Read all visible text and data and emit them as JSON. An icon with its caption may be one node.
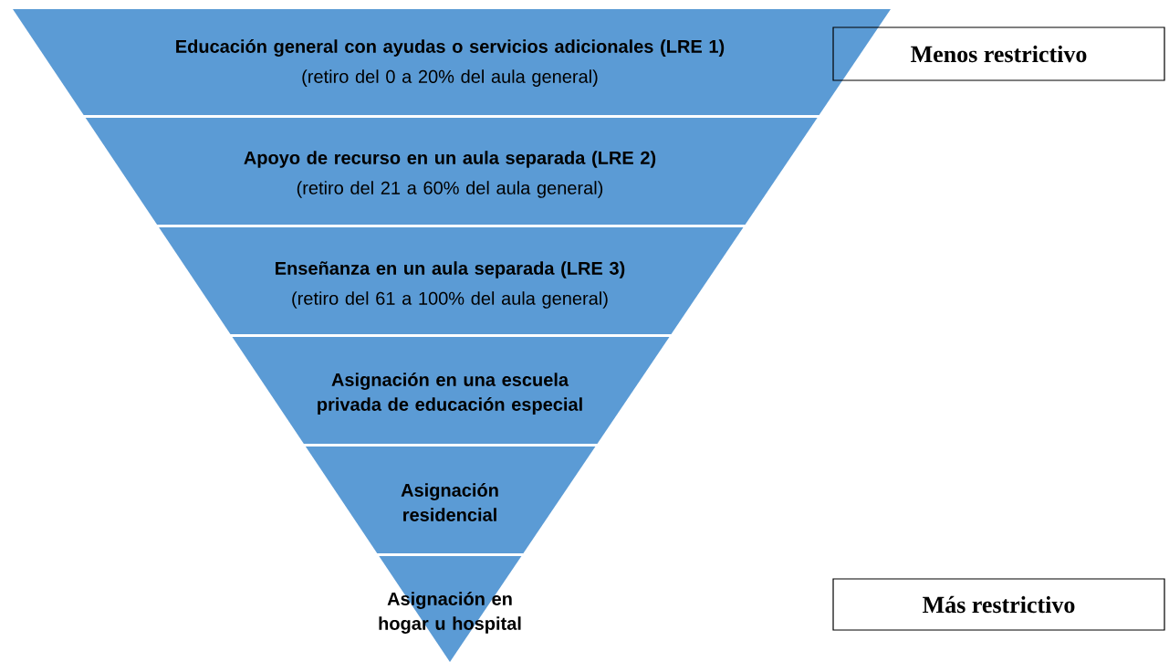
{
  "diagram": {
    "nodes": [
      {
        "text": [
          "Educación general con ayudas o servicios adicionales (LRE 1)",
          "(retiro del 0 a 20% del aula general)"
        ]
      },
      {
        "text": [
          "Apoyo de recurso en un aula separada (LRE 2)",
          "(retiro del 21 a 60% del aula general)"
        ]
      },
      {
        "text": [
          "Enseñanza en un aula separada (LRE 3)",
          "(retiro del 61 a 100% del aula general)"
        ]
      },
      {
        "text": [
          "Asignación en una escuela privada de educación especial"
        ]
      },
      {
        "text": [
          "Asignación residencial"
        ]
      },
      {
        "text": [
          "Asignación en hogar u hospital"
        ]
      },
      {
        "text": [
          "Menos restrictivo"
        ]
      },
      {
        "text": [
          "Más restrictivo"
        ]
      }
    ]
  }
}
